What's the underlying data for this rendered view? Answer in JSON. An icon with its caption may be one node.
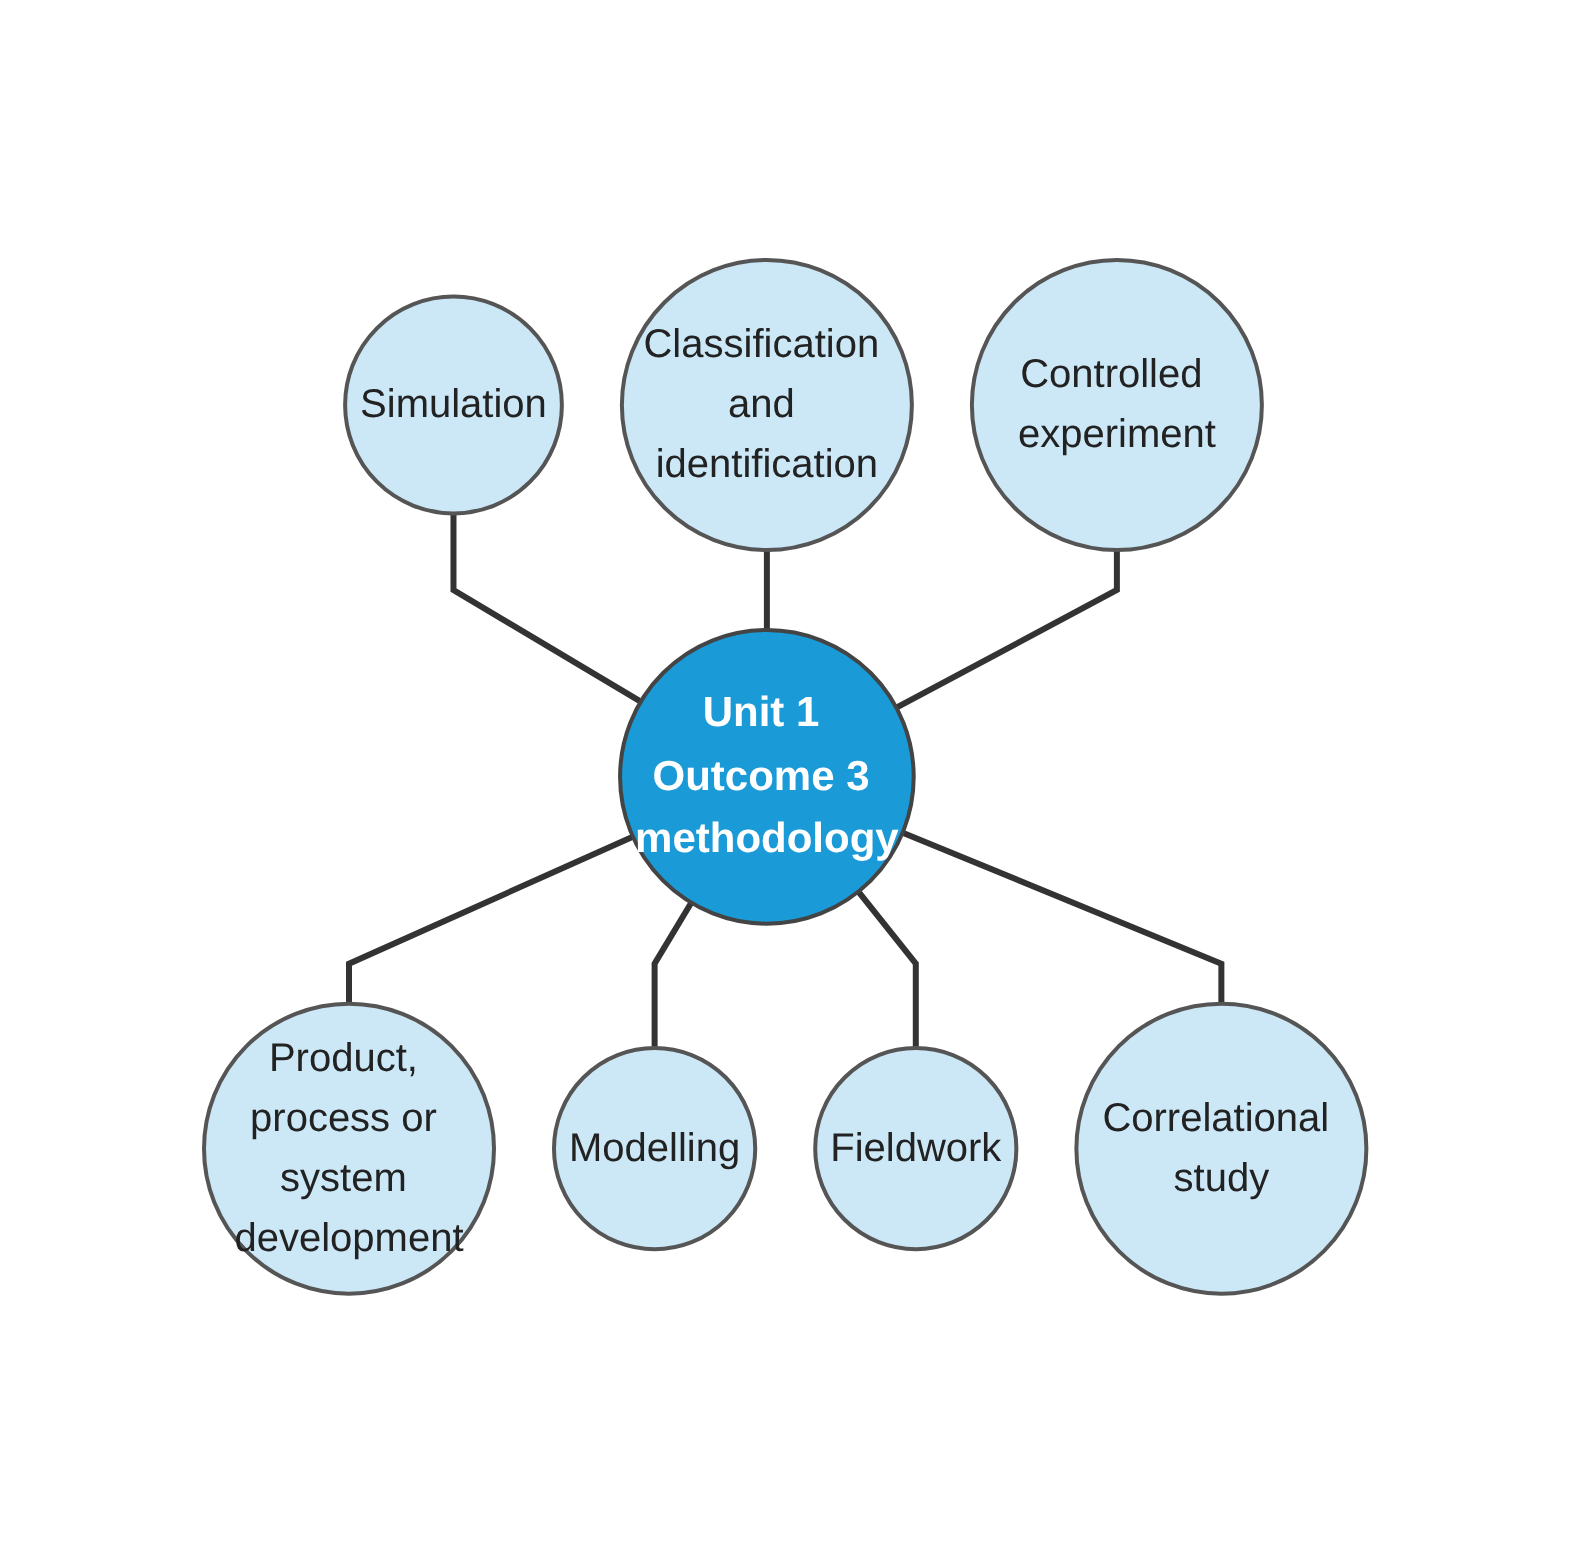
{
  "diagram": {
    "nodes": [
      {
        "text": [
          "Classification and identification"
        ]
      },
      {
        "text": [
          "Simulation"
        ]
      },
      {
        "text": [
          "Controlled experiment"
        ]
      },
      {
        "text": [
          "Unit 1 Outcome 3 methodology"
        ]
      },
      {
        "text": [
          "Product, process or system development"
        ]
      },
      {
        "text": [
          "Correlational study"
        ]
      },
      {
        "text": [
          "Modelling"
        ]
      },
      {
        "text": [
          "Fieldwork"
        ]
      }
    ],
    "edges": [
      {
        "from": 1,
        "to": 3,
        "arrow": "none"
      },
      {
        "from": 0,
        "to": 3,
        "arrow": "none"
      },
      {
        "from": 2,
        "to": 3,
        "arrow": "none"
      },
      {
        "from": 3,
        "to": 4,
        "arrow": "none"
      },
      {
        "from": 3,
        "to": 6,
        "arrow": "none"
      },
      {
        "from": 3,
        "to": 7,
        "arrow": "none"
      },
      {
        "from": 3,
        "to": 5,
        "arrow": "none"
      }
    ]
  }
}
